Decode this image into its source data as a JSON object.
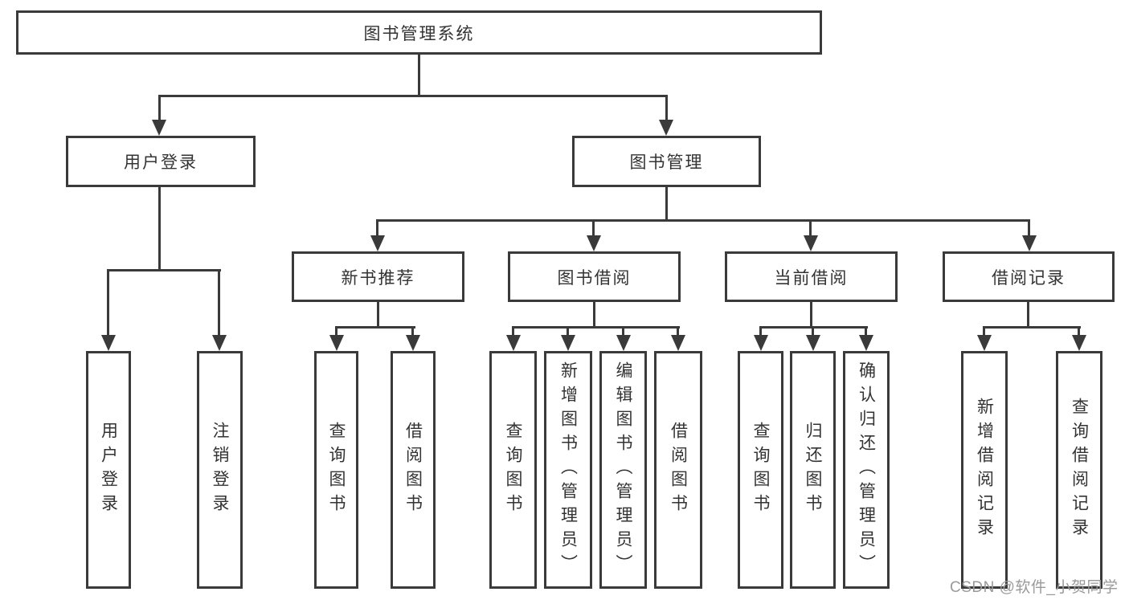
{
  "diagram_title": "图书管理系统",
  "tree": {
    "label": "图书管理系统",
    "children": [
      {
        "label": "用户登录",
        "children": [
          {
            "label": "用户登录"
          },
          {
            "label": "注销登录"
          }
        ]
      },
      {
        "label": "图书管理",
        "children": [
          {
            "label": "新书推荐",
            "children": [
              {
                "label": "查询图书"
              },
              {
                "label": "借阅图书"
              }
            ]
          },
          {
            "label": "图书借阅",
            "children": [
              {
                "label": "查询图书"
              },
              {
                "label": "新增图书（管理员）"
              },
              {
                "label": "编辑图书（管理员）"
              },
              {
                "label": "借阅图书"
              }
            ]
          },
          {
            "label": "当前借阅",
            "children": [
              {
                "label": "查询图书"
              },
              {
                "label": "归还图书"
              },
              {
                "label": "确认归还（管理员）"
              }
            ]
          },
          {
            "label": "借阅记录",
            "children": [
              {
                "label": "新增借阅记录"
              },
              {
                "label": "查询借阅记录"
              }
            ]
          }
        ]
      }
    ]
  },
  "watermark": {
    "text": "CSDN @软件_小贺同学"
  },
  "colors": {
    "line": "#3a3a3a",
    "text": "#333333",
    "watermark": "#9a9a9a",
    "background": "#ffffff"
  }
}
